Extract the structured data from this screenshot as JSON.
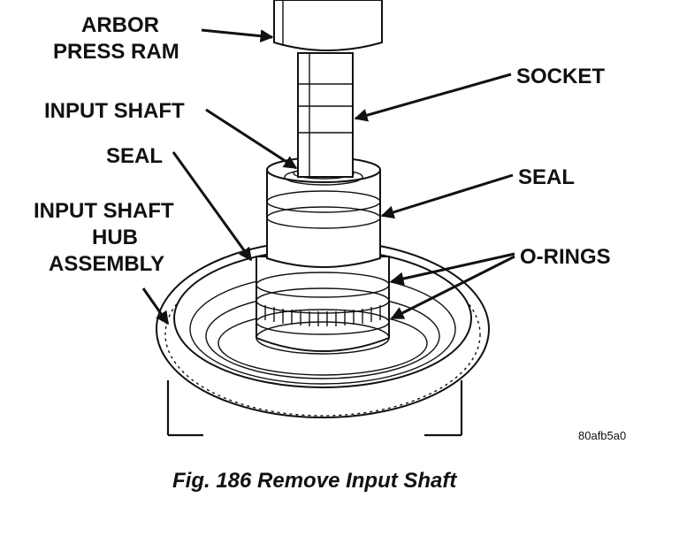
{
  "labels": {
    "arbor_line1": "ARBOR",
    "arbor_line2": "PRESS RAM",
    "socket": "SOCKET",
    "input_shaft": "INPUT SHAFT",
    "seal_left": "SEAL",
    "seal_right": "SEAL",
    "hub_line1": "INPUT SHAFT",
    "hub_line2": "HUB",
    "hub_line3": "ASSEMBLY",
    "o_rings": "O-RINGS"
  },
  "figure_code": "80afb5a0",
  "caption": "Fig. 186 Remove Input Shaft"
}
